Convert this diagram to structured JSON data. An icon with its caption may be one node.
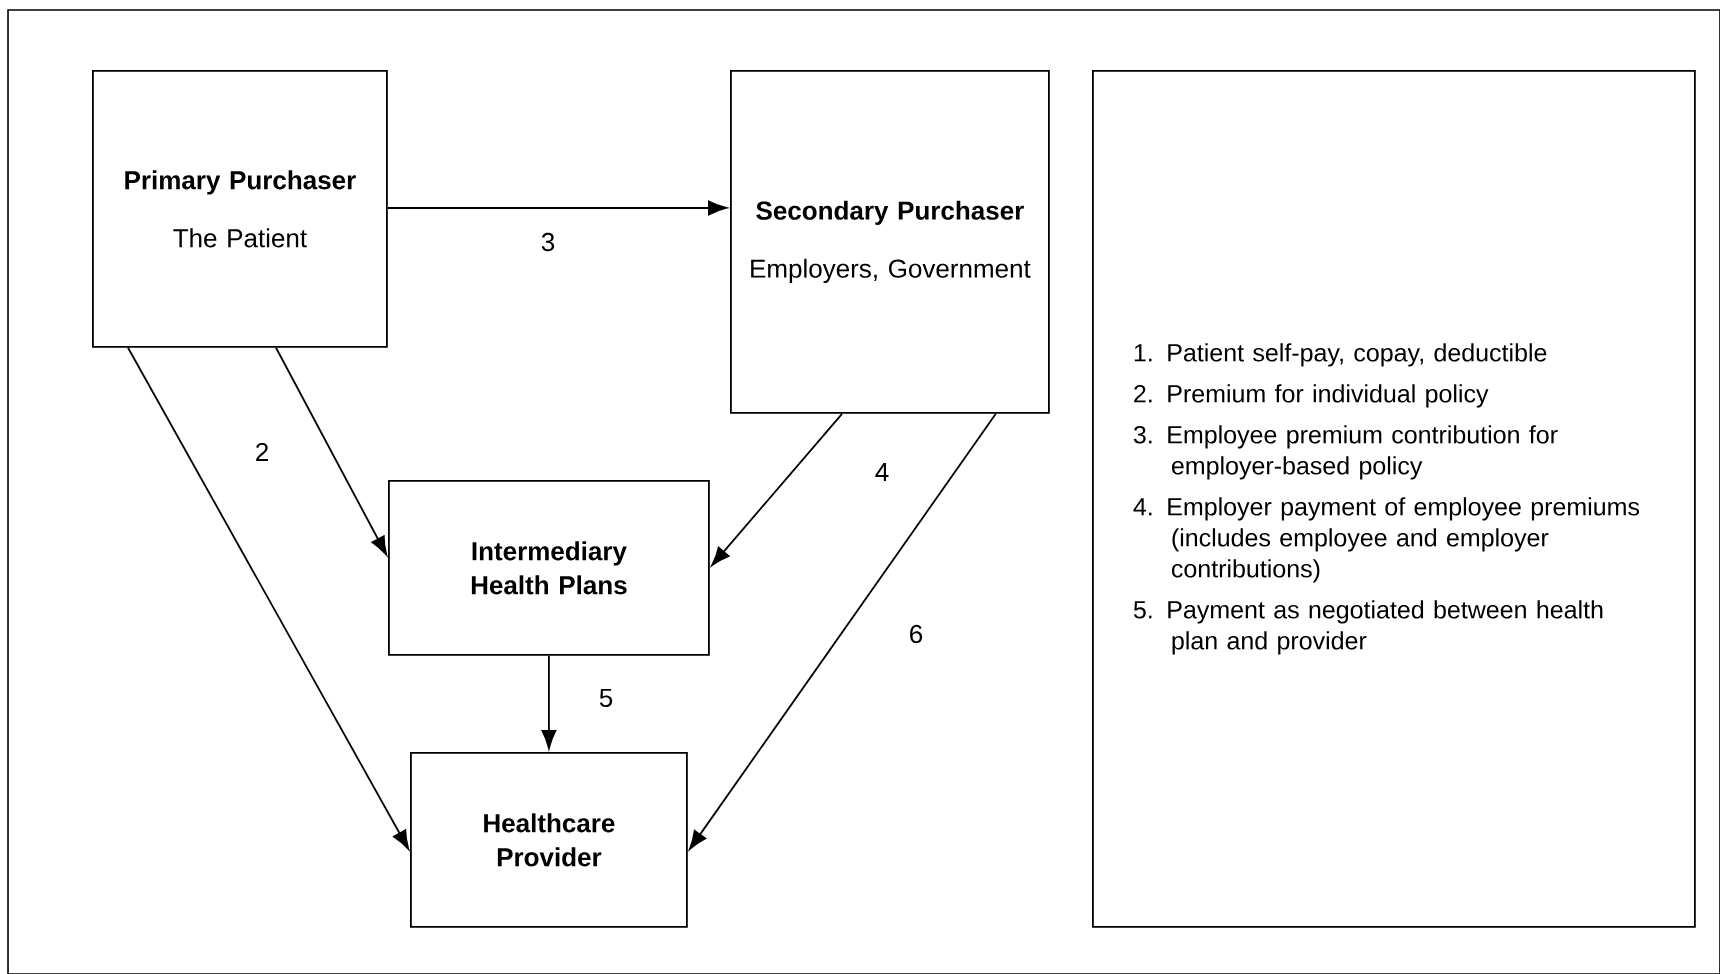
{
  "diagram": {
    "nodes": [
      {
        "text": [
          "Primary Purchaser",
          "The Patient"
        ]
      },
      {
        "text": [
          "Secondary Purchaser",
          "Employers, Government"
        ]
      },
      {
        "text": [
          "Intermediary Health Plans"
        ]
      },
      {
        "text": [
          "Healthcare Provider"
        ]
      },
      {
        "text": [
          "1. Patient self-pay, copay, deductible",
          "2. Premium for individual policy",
          "3. Employee premium contribution for employer-based policy",
          "4. Employer payment of employee premiums (includes employee and employer contributions)",
          "5. Payment as negotiated between health plan and provider"
        ]
      }
    ],
    "edges": [
      {
        "from": 0,
        "to": 3,
        "arrow": "to"
      },
      {
        "from": 0,
        "to": 2,
        "arrow": "to",
        "label": "2"
      },
      {
        "from": 0,
        "to": 1,
        "arrow": "to",
        "label": "3"
      },
      {
        "from": 1,
        "to": 2,
        "arrow": "to",
        "label": "4"
      },
      {
        "from": 2,
        "to": 3,
        "arrow": "to",
        "label": "5"
      },
      {
        "from": 1,
        "to": 3,
        "arrow": "to",
        "label": "6"
      }
    ]
  }
}
